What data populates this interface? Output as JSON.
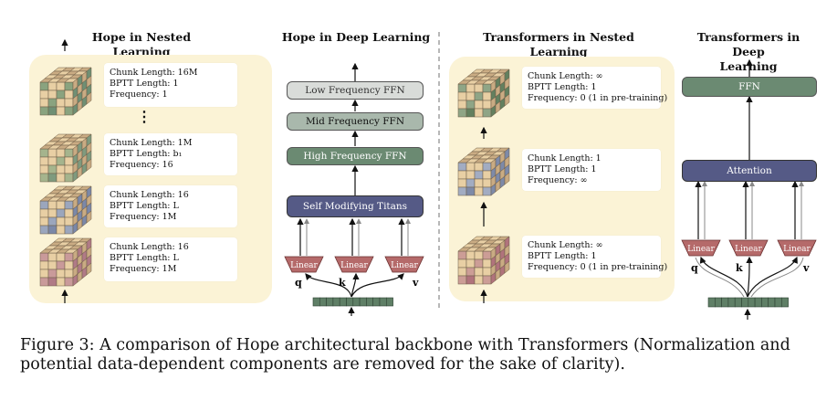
{
  "panels": {
    "hope_nested": {
      "title": "Hope in Nested Learning",
      "levels": [
        {
          "chunk": "Chunk Length: 16M",
          "bptt": "BPTT Length: 1",
          "freq": "Frequency: 1"
        },
        {
          "chunk": "Chunk Length: 1M",
          "bptt": "BPTT Length: b₁",
          "freq": "Frequency: 16"
        },
        {
          "chunk": "Chunk Length: 16",
          "bptt": "BPTT Length: L",
          "freq": "Frequency: 1M"
        },
        {
          "chunk": "Chunk Length: 16",
          "bptt": "BPTT Length: L",
          "freq": "Frequency: 1M"
        }
      ],
      "ellipsis": "⋮"
    },
    "hope_deep": {
      "title": "Hope in Deep Learning",
      "blocks": {
        "low": "Low Frequency FFN",
        "mid": "Mid Frequency FFN",
        "high": "High Frequency FFN",
        "titans": "Self Modifying Titans"
      },
      "linear_label": "Linear",
      "q": "q",
      "k": "k",
      "v": "v"
    },
    "transformers_nested": {
      "title": "Transformers in Nested Learning",
      "levels": [
        {
          "chunk": "Chunk Length: ∞",
          "bptt": "BPTT Length: 1",
          "freq": "Frequency: 0 (1 in pre-training)"
        },
        {
          "chunk": "Chunk Length: 1",
          "bptt": "BPTT Length: 1",
          "freq": "Frequency: ∞"
        },
        {
          "chunk": "Chunk Length: ∞",
          "bptt": "BPTT Length: 1",
          "freq": "Frequency: 0 (1 in pre-training)"
        }
      ]
    },
    "transformers_deep": {
      "title_line1": "Transformers in Deep",
      "title_line2": "Learning",
      "blocks": {
        "ffn": "FFN",
        "attention": "Attention"
      },
      "linear_label": "Linear",
      "q": "q",
      "k": "k",
      "v": "v"
    }
  },
  "caption": "Figure 3: A comparison of Hope architectural backbone with Transformers (Normalization and potential data-dependent components are removed for the sake of clarity).",
  "colors": {
    "cream": "#fbf3d6",
    "ffn_light": "#d9dcd9",
    "ffn_mid": "#a9b8ac",
    "ffn_dark": "#6b8a72",
    "titans": "#555a86",
    "linear": "#b56a6a",
    "token": "#5f7f66"
  }
}
